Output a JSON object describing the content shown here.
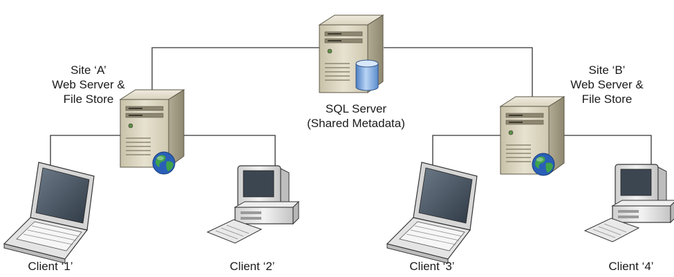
{
  "sql_server": {
    "line1": "SQL Server",
    "line2": "(Shared Metadata)"
  },
  "site_a": {
    "line1": "Site ‘A’",
    "line2": "Web Server &",
    "line3": "File Store"
  },
  "site_b": {
    "line1": "Site ‘B’",
    "line2": "Web Server &",
    "line3": "File Store"
  },
  "clients": [
    {
      "label": "Client ‘1’",
      "kind": "laptop"
    },
    {
      "label": "Client ‘2’",
      "kind": "desktop"
    },
    {
      "label": "Client ‘3’",
      "kind": "laptop"
    },
    {
      "label": "Client ‘4’",
      "kind": "desktop"
    }
  ],
  "colors": {
    "line": "#333333",
    "server_body": "#d8d2bd",
    "server_side": "#aaa38c",
    "database": "#6f9fd8",
    "globe_ocean": "#2a5fb8",
    "globe_land": "#3fa34a",
    "laptop_screen": "#4a5866",
    "desktop_body": "#e6e6e6"
  }
}
